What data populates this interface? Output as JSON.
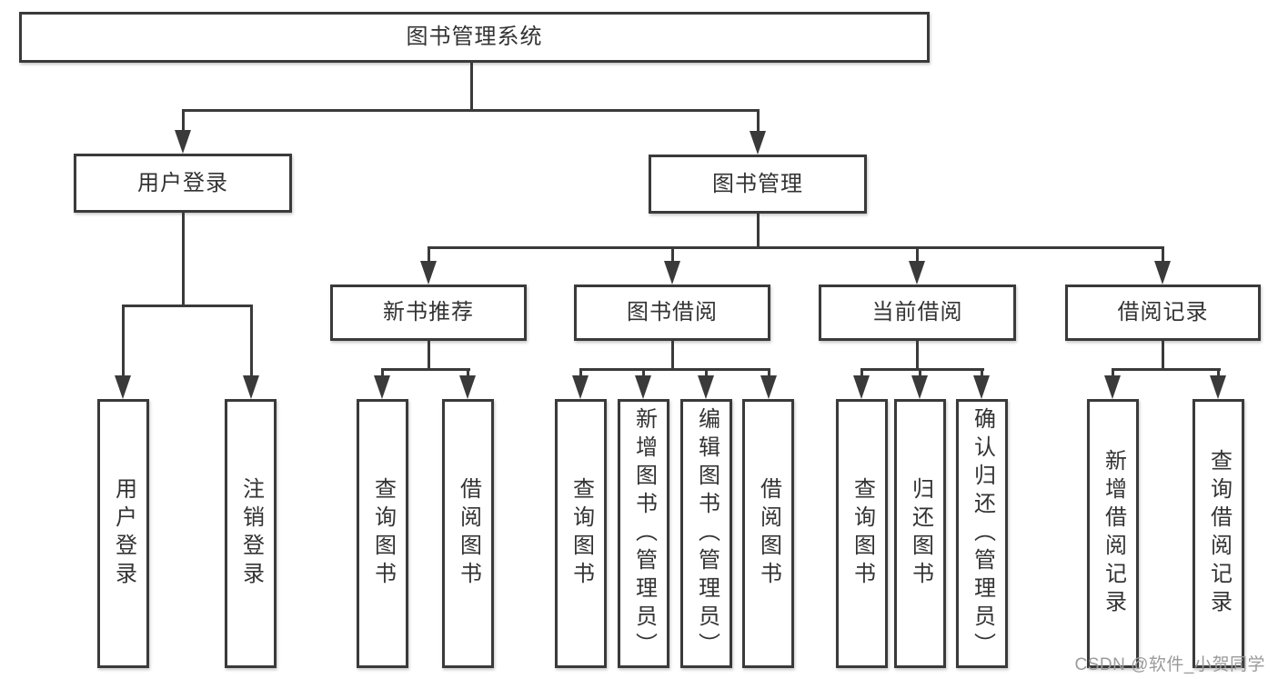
{
  "tree": {
    "root": "图书管理系统",
    "level2": {
      "user_login": "用户登录",
      "book_mgmt": "图书管理"
    },
    "level3": {
      "new_book": "新书推荐",
      "borrow": "图书借阅",
      "current": "当前借阅",
      "records": "借阅记录"
    },
    "leaves": {
      "user_login": [
        "用户登录",
        "注销登录"
      ],
      "new_book": [
        "查询图书",
        "借阅图书"
      ],
      "borrow": [
        "查询图书",
        "新增图书（管理员）",
        "编辑图书（管理员）",
        "借阅图书"
      ],
      "current": [
        "查询图书",
        "归还图书",
        "确认归还（管理员）"
      ],
      "records": [
        "新增借阅记录",
        "查询借阅记录"
      ]
    }
  },
  "watermark": "CSDN @软件_小贺同学",
  "colors": {
    "line": "#3a3a3a",
    "text": "#333333",
    "box_fill": "#ffffff",
    "watermark": "#9b9b9b"
  }
}
